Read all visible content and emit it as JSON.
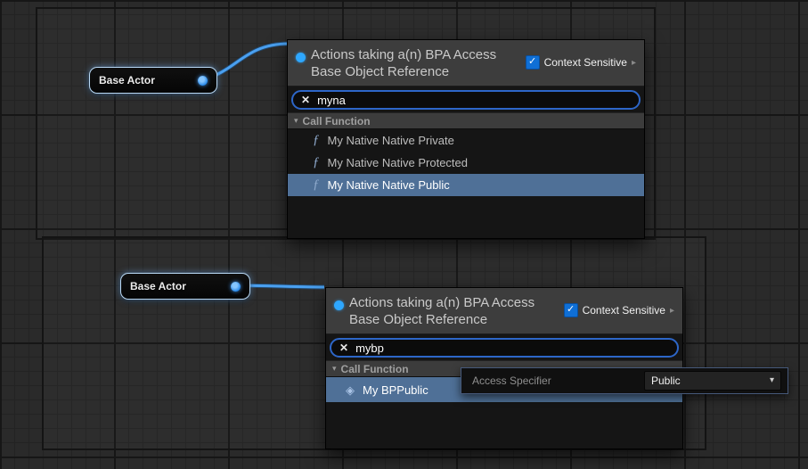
{
  "colors": {
    "accent_blue": "#2ea7ff",
    "selection_blue": "#4f7097",
    "wire_blue": "#4aa0f0",
    "checkbox_blue": "#0f6fd6",
    "search_border_blue": "#2d66c8"
  },
  "icons": {
    "check": "✓",
    "clear": "✕",
    "caret_down": "▾",
    "arrow_right": "▸",
    "function": "ƒ",
    "bp_function": "◈",
    "dropdown_caret": "▾"
  },
  "nodes": [
    {
      "label": "Base Actor"
    },
    {
      "label": "Base Actor"
    }
  ],
  "menus": [
    {
      "title": "Actions taking a(n) BPA Access Base Object Reference",
      "context_sensitive": "Context Sensitive",
      "search_value": "myna",
      "category": "Call Function",
      "items": [
        {
          "label": "My Native Native Private"
        },
        {
          "label": "My Native Native Protected"
        },
        {
          "label": "My Native Native Public"
        }
      ]
    },
    {
      "title": "Actions taking a(n) BPA Access Base Object Reference",
      "context_sensitive": "Context Sensitive",
      "search_value": "mybp",
      "category": "Call Function",
      "items": [
        {
          "label": "My BPPublic"
        }
      ],
      "detail": {
        "label": "Access Specifier",
        "value": "Public"
      }
    }
  ]
}
